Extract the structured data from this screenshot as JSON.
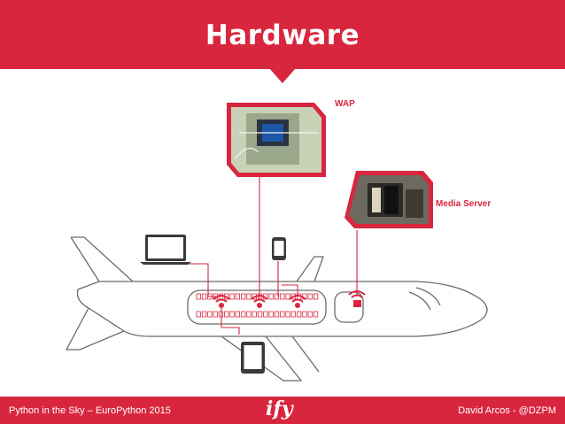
{
  "slide": {
    "title": "Hardware",
    "labels": {
      "wap": "WAP",
      "media_server": "Media Server"
    },
    "footer": {
      "left": "Python in the Sky – EuroPython 2015",
      "logo": "ify",
      "right": "David Arcos - @DZPM"
    }
  },
  "colors": {
    "accent": "#d8263f",
    "line": "#6b6b6b",
    "device": "#3a3a3a"
  },
  "icons": [
    "laptop-icon",
    "phone-icon",
    "tablet-icon",
    "wifi-icon",
    "airplane-outline"
  ]
}
